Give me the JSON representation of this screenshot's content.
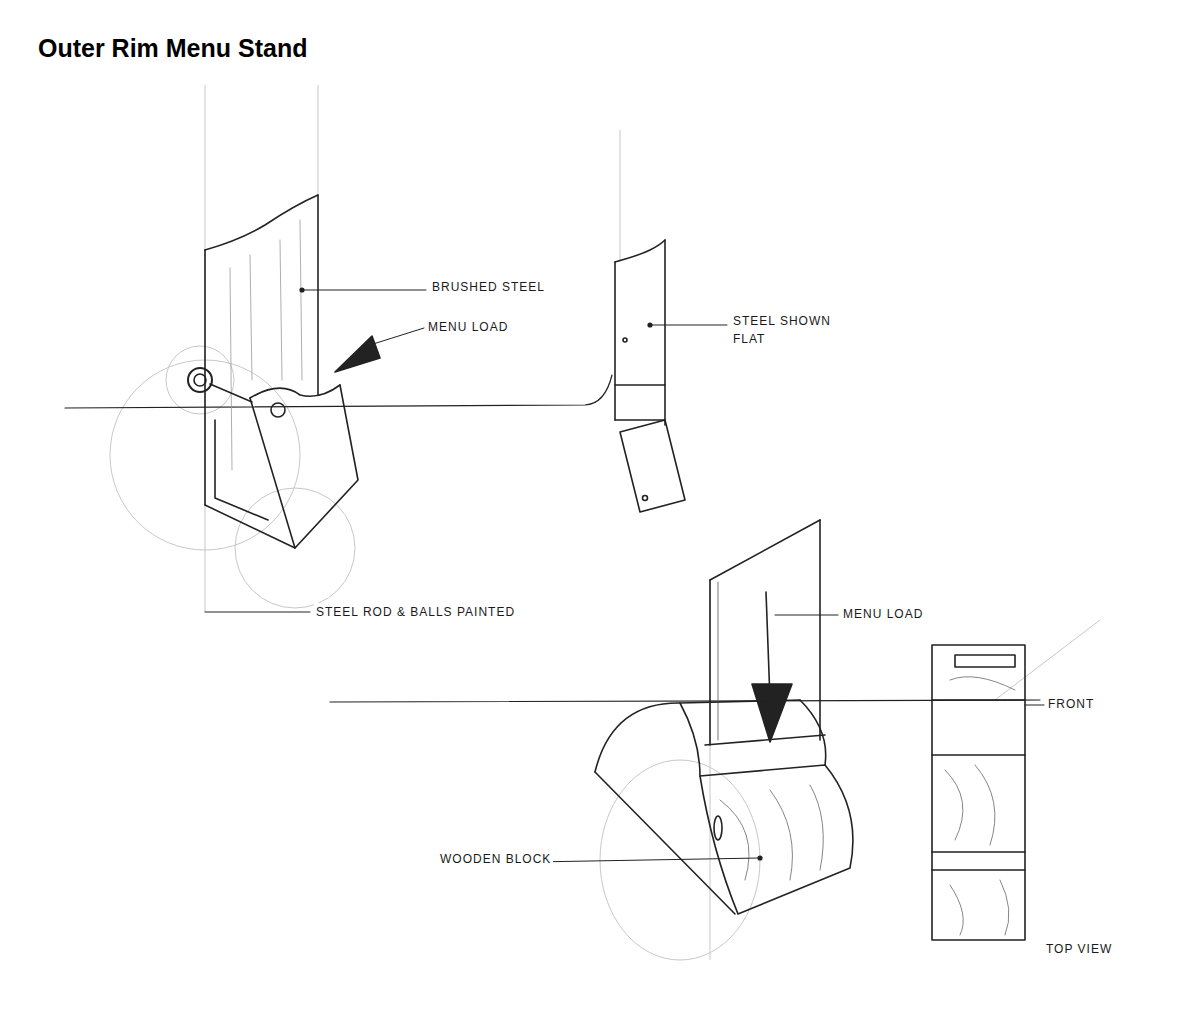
{
  "diagram": {
    "title": "Outer Rim Menu Stand",
    "labels": [
      "BRUSHED STEEL",
      "MENU LOAD",
      "STEEL SHOWN FLAT",
      "STEEL ROD & BALLS PAINTED",
      "MENU LOAD",
      "FRONT",
      "WOODEN BLOCK",
      "TOP VIEW"
    ]
  }
}
